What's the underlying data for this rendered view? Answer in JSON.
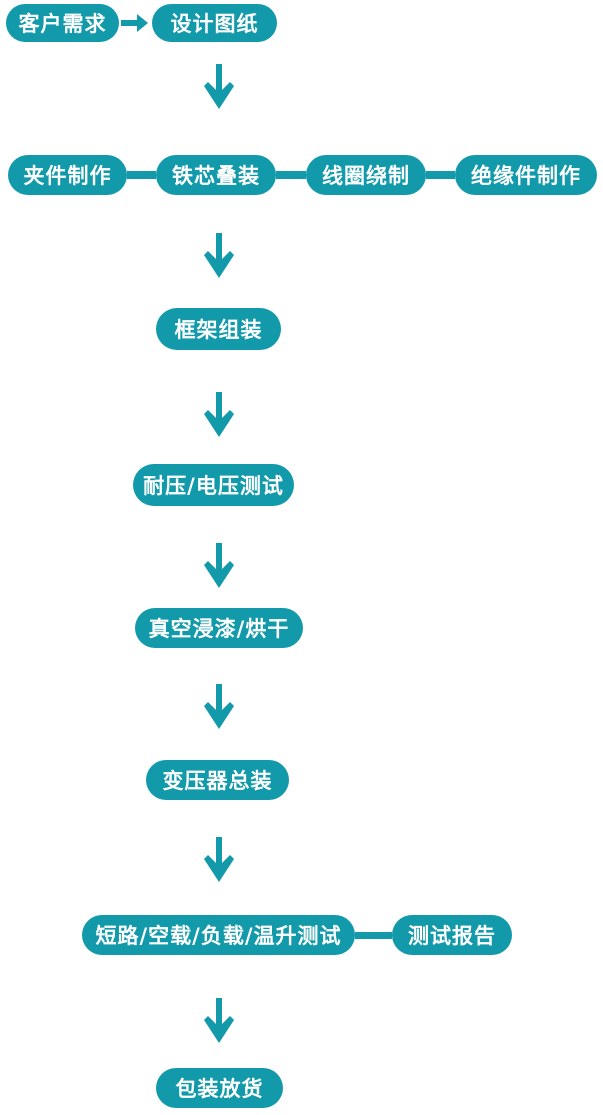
{
  "colors": {
    "accent": "#129aab",
    "node_text": "#ffffff",
    "background": "#ffffff"
  },
  "icons": {
    "flow_right": "arrow-right-icon",
    "flow_down": "arrow-down-icon"
  },
  "nodes": {
    "customer_requirements": "客户需求",
    "design_drawings": "设计图纸",
    "clamp_fabrication": "夹件制作",
    "core_stacking": "铁芯叠装",
    "coil_winding": "线圈绕制",
    "insulation_fabrication": "绝缘件制作",
    "frame_assembly": "框架组装",
    "voltage_test": "耐压/电压测试",
    "vacuum_varnish_drying": "真空浸漆/烘干",
    "transformer_assembly": "变压器总装",
    "load_tests": "短路/空载/负载/温升测试",
    "test_report": "测试报告",
    "packing_delivery": "包装放货"
  }
}
